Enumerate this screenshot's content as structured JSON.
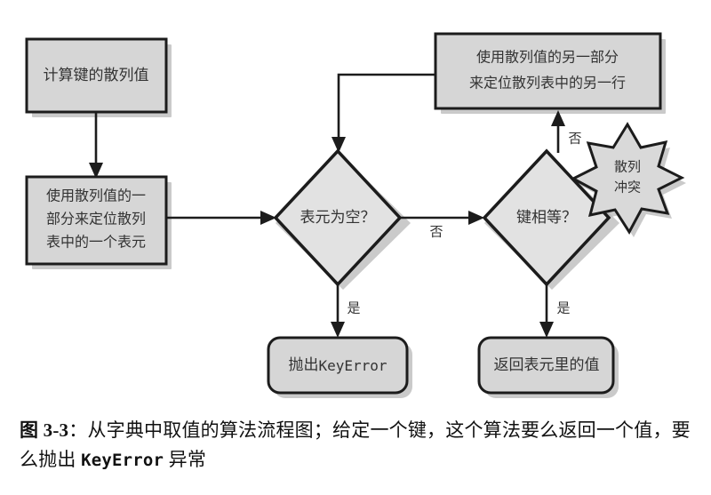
{
  "figure": {
    "background_color": "#ffffff",
    "shape_fill": "#d6d6d6",
    "diamond_fill": "#e2e2e2",
    "stroke_color": "#1c1c1c",
    "text_color": "#333333"
  },
  "nodes": {
    "compute_hash": {
      "type": "process",
      "label": "计算键的散列值"
    },
    "locate_bucket": {
      "type": "process",
      "lines": [
        "使用散列值的一",
        "部分来定位散列",
        "表中的一个表元"
      ]
    },
    "another_row": {
      "type": "process",
      "lines": [
        "使用散列值的另一部分",
        "来定位散列表中的另一行"
      ]
    },
    "is_bucket_empty": {
      "type": "decision",
      "label": "表元为空？"
    },
    "keys_equal": {
      "type": "decision",
      "label": "键相等？"
    },
    "raise_keyerror": {
      "type": "terminal",
      "label_cn": "抛出",
      "label_code": "KeyError"
    },
    "return_value": {
      "type": "terminal",
      "label": "返回表元里的值"
    },
    "hash_collision": {
      "type": "starburst",
      "lines": [
        "散列",
        "冲突"
      ]
    }
  },
  "edges": [
    {
      "from": "compute_hash",
      "to": "locate_bucket",
      "label": ""
    },
    {
      "from": "locate_bucket",
      "to": "is_bucket_empty",
      "label": ""
    },
    {
      "from": "is_bucket_empty",
      "to": "raise_keyerror",
      "label": "是"
    },
    {
      "from": "is_bucket_empty",
      "to": "keys_equal",
      "label": "否"
    },
    {
      "from": "keys_equal",
      "to": "return_value",
      "label": "是"
    },
    {
      "from": "keys_equal",
      "to": "another_row",
      "label": "否"
    },
    {
      "from": "another_row",
      "to": "is_bucket_empty",
      "label": ""
    }
  ],
  "edge_labels": {
    "empty_yes": "是",
    "empty_no": "否",
    "equal_yes": "是",
    "equal_no": "否"
  },
  "caption": {
    "figure_number": "图 3-3",
    "separator": "：",
    "text_part1": "从字典中取值的算法流程图；给定一个键，这个算法要么返回一个值，要么抛出 ",
    "code": "KeyError",
    "text_part2": " 异常"
  }
}
